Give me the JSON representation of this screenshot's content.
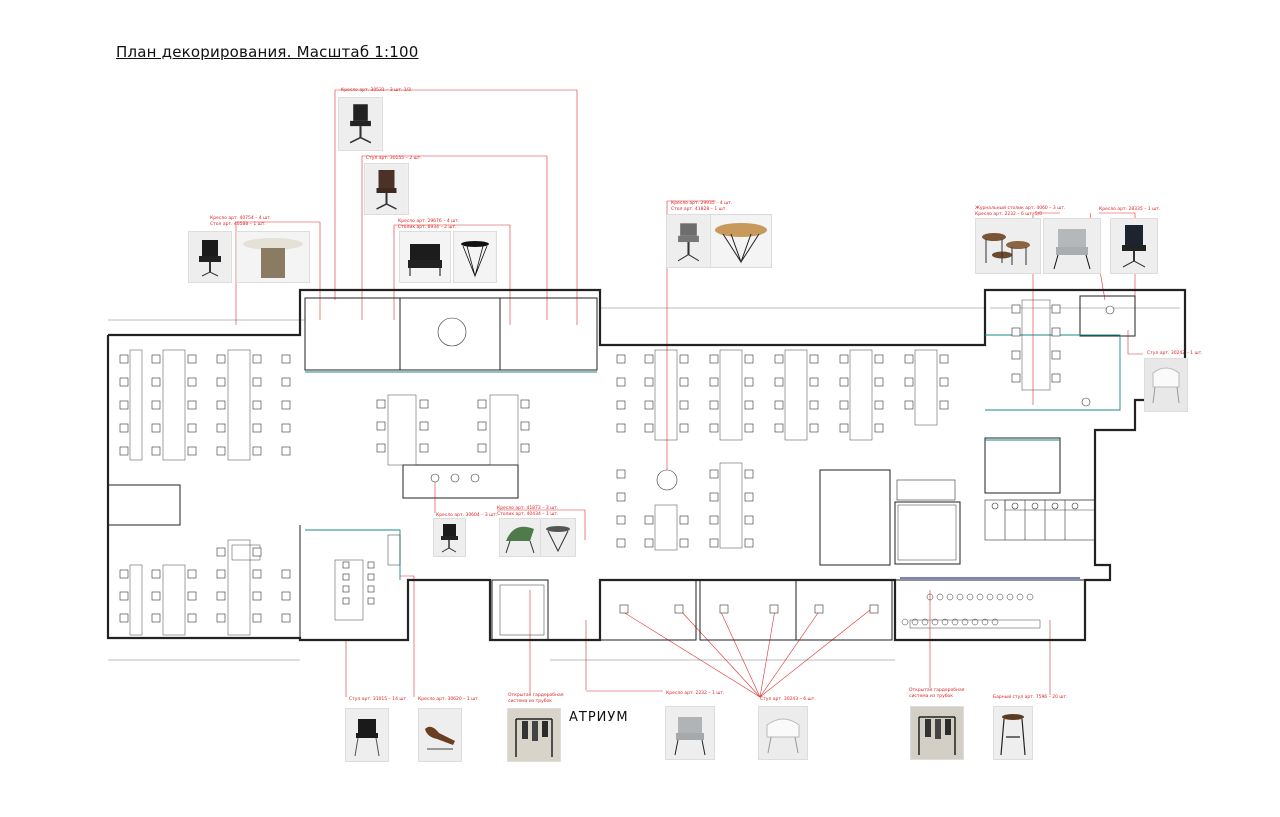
{
  "title": "План декорирования. Масштаб 1:100",
  "atrium_label": "АТРИУМ",
  "annotations": [
    {
      "id": "n1",
      "text": "Кресло арт. 30531 – 3 шт. 1/3"
    },
    {
      "id": "n2",
      "text": "Стул арт. 30155 – 2 шт."
    },
    {
      "id": "n3",
      "text": "Кресло арт. 29676 – 4 шт."
    },
    {
      "id": "n3b",
      "text": "Столик арт. 6934 – 2 шт."
    },
    {
      "id": "n4",
      "text": "Кресло арт. 40754 – 4 шт."
    },
    {
      "id": "n4b",
      "text": "Стол арт. 40588 – 1 шт."
    },
    {
      "id": "n5",
      "text": "Кресло арт. 29935 – 4 шт."
    },
    {
      "id": "n5b",
      "text": "Стол арт. 41828 – 1 шт."
    },
    {
      "id": "n6",
      "text": "Журнальный столик арт. 4060 – 3 шт."
    },
    {
      "id": "n6b",
      "text": "Кресло арт. 2232 – 6 шт. 5/0"
    },
    {
      "id": "n7",
      "text": "Кресло арт. 28335 – 1 шт."
    },
    {
      "id": "n8",
      "text": "Стул арт. 30242 – 1 шт."
    },
    {
      "id": "n9",
      "text": "Кресло арт. 30604 – 3 шт."
    },
    {
      "id": "n10",
      "text": "Кресло арт. 41873 – 3 шт."
    },
    {
      "id": "n10b",
      "text": "Столик арт. 40434 – 1 шт."
    },
    {
      "id": "n11",
      "text": "Стул арт. 31015 – 14 шт."
    },
    {
      "id": "n12",
      "text": "Кресло арт. 30620 – 1 шт."
    },
    {
      "id": "n13",
      "text": "Открытая гардеробная"
    },
    {
      "id": "n13b",
      "text": "система из трубок"
    },
    {
      "id": "n14",
      "text": "Кресло арт. 2232 – 1 шт."
    },
    {
      "id": "n15",
      "text": "Стул арт. 30243 – 6 шт."
    },
    {
      "id": "n16",
      "text": "Открытая гардеробная"
    },
    {
      "id": "n16b",
      "text": "система из трубок"
    },
    {
      "id": "n17",
      "text": "Барный стул арт. 7596 – 20 шт."
    }
  ],
  "photos": [
    {
      "id": "p1",
      "icon": "office-chair-icon"
    },
    {
      "id": "p2",
      "icon": "leather-chair-icon"
    },
    {
      "id": "p3",
      "icon": "armchair-icon"
    },
    {
      "id": "p4",
      "icon": "wire-table-icon"
    },
    {
      "id": "p5",
      "icon": "office-chair-icon"
    },
    {
      "id": "p6",
      "icon": "round-table-icon"
    },
    {
      "id": "p7",
      "icon": "grey-chair-icon"
    },
    {
      "id": "p8",
      "icon": "wood-table-icon"
    },
    {
      "id": "p9",
      "icon": "coffee-tables-icon"
    },
    {
      "id": "p10",
      "icon": "grey-chair-icon"
    },
    {
      "id": "p11",
      "icon": "office-chair-icon"
    },
    {
      "id": "p12",
      "icon": "white-chair-icon"
    },
    {
      "id": "p13",
      "icon": "office-chair-icon"
    },
    {
      "id": "p14",
      "icon": "lounge-chair-icon"
    },
    {
      "id": "p15",
      "icon": "wire-table-icon"
    },
    {
      "id": "p16",
      "icon": "black-chair-icon"
    },
    {
      "id": "p17",
      "icon": "recliner-icon"
    },
    {
      "id": "p18",
      "icon": "clothes-rack-icon"
    },
    {
      "id": "p19",
      "icon": "grey-chair-icon"
    },
    {
      "id": "p20",
      "icon": "white-chair-icon"
    },
    {
      "id": "p21",
      "icon": "clothes-rack-icon"
    },
    {
      "id": "p22",
      "icon": "bar-stool-icon"
    }
  ],
  "colors": {
    "walls": "#222222",
    "leaders": "#e03030",
    "glass": "#1a8a8a",
    "furniture": "#444444"
  }
}
